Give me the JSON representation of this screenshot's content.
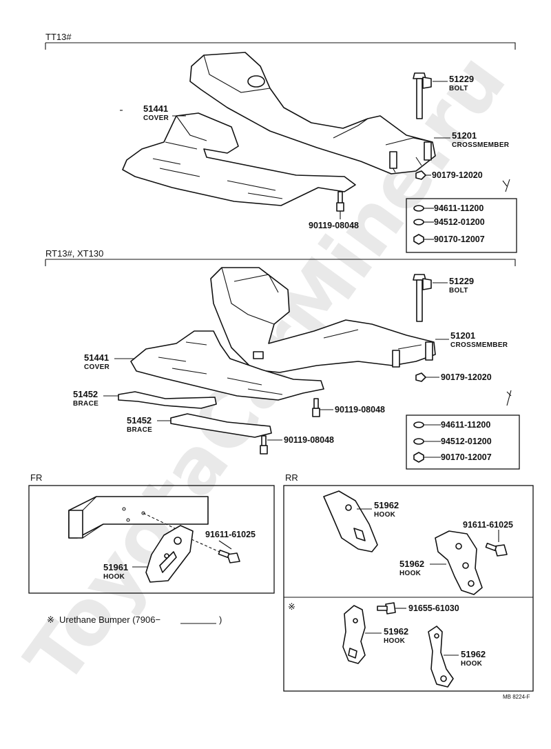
{
  "watermark": "ToyotaCarMine.ru",
  "sections": {
    "top": "TT13#",
    "middle": "RT13#, XT130",
    "fr": "FR",
    "rr": "RR"
  },
  "top": {
    "cover": {
      "num": "51441",
      "name": "COVER"
    },
    "bolt": {
      "num": "51229",
      "name": "BOLT"
    },
    "crossmember": {
      "num": "51201",
      "name": "CROSSMEMBER"
    },
    "nut": "90179-12020",
    "bolt_small": "90119-08048",
    "kit": [
      "94611-11200",
      "94512-01200",
      "90170-12007"
    ]
  },
  "middle": {
    "cover": {
      "num": "51441",
      "name": "COVER"
    },
    "bolt": {
      "num": "51229",
      "name": "BOLT"
    },
    "crossmember": {
      "num": "51201",
      "name": "CROSSMEMBER"
    },
    "nut": "90179-12020",
    "brace1": {
      "num": "51452",
      "name": "BRACE"
    },
    "brace2": {
      "num": "51452",
      "name": "BRACE"
    },
    "bolt_small_1": "90119-08048",
    "bolt_small_2": "90119-08048",
    "kit": [
      "94611-11200",
      "94512-01200",
      "90170-12007"
    ]
  },
  "fr": {
    "hook": {
      "num": "51961",
      "name": "HOOK"
    },
    "bolt": "91611-61025"
  },
  "rr": {
    "hook_upper": {
      "num": "51962",
      "name": "HOOK"
    },
    "hook_right": {
      "num": "51962",
      "name": "HOOK"
    },
    "bolt": "91611-61025"
  },
  "urethane": {
    "mark": "※",
    "note": "Urethane Bumper (7906−",
    "close": ")",
    "bolt": "91655-61030",
    "hook_a": {
      "num": "51962",
      "name": "HOOK"
    },
    "hook_b": {
      "num": "51962",
      "name": "HOOK"
    }
  },
  "footer_code": "MB 8224-F"
}
